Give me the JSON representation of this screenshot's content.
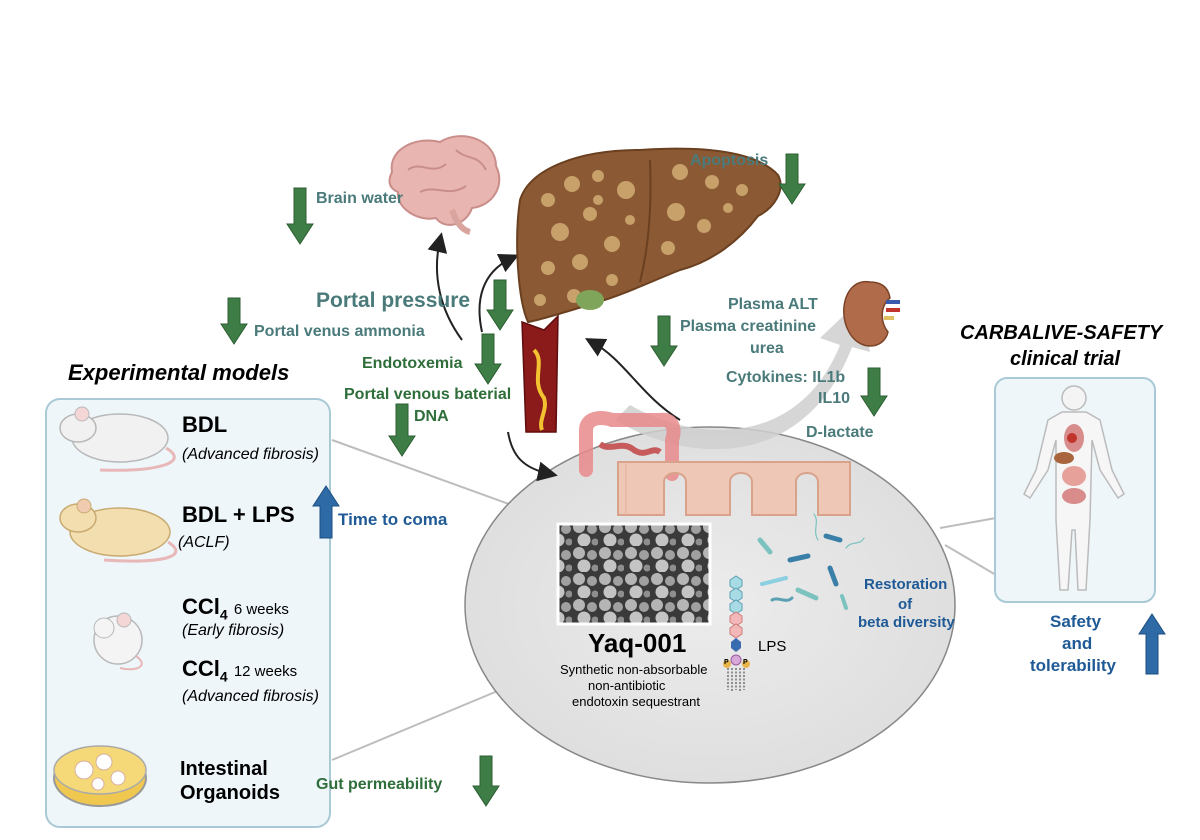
{
  "panel": {
    "title": "Experimental models",
    "models": [
      {
        "name": "BDL",
        "note": "(Advanced fibrosis)"
      },
      {
        "name": "BDL + LPS",
        "note": "(ACLF)"
      },
      {
        "name": "CCl",
        "sub": "4",
        "duration": "6 weeks",
        "note": "(Early fibrosis)"
      },
      {
        "name": "CCl",
        "sub": "4",
        "duration": "12 weeks",
        "note": "(Advanced fibrosis)"
      },
      {
        "name_line1": "Intestinal",
        "name_line2": "Organoids"
      }
    ]
  },
  "effects": {
    "brain_water": "Brain water",
    "portal_pressure": "Portal pressure",
    "portal_ammonia": "Portal venus ammonia",
    "endotoxemia": "Endotoxemia",
    "bacterial_dna_line1": "Portal venous baterial",
    "bacterial_dna_line2": "DNA",
    "apoptosis": "Apoptosis",
    "plasma_alt": "Plasma ALT",
    "plasma_creatinine": "Plasma creatinine",
    "urea": "urea",
    "cytokines": "Cytokines: IL1b",
    "il10": "IL10",
    "d_lactate": "D-lactate",
    "time_to_coma": "Time to coma",
    "gut_permeability": "Gut permeability",
    "restoration_line1": "Restoration",
    "restoration_line2": "of",
    "restoration_line3": "beta diversity"
  },
  "center": {
    "product": "Yaq-001",
    "desc_line1": "Synthetic non-absorbable",
    "desc_line2": "non-antibiotic",
    "desc_line3": "endotoxin sequestrant",
    "lps_label": "LPS",
    "p_label": "P"
  },
  "trial": {
    "title_line1": "CARBALIVE-SAFETY",
    "title_line2": "clinical trial",
    "outcome_line1": "Safety",
    "outcome_line2": "and",
    "outcome_line3": "tolerability"
  },
  "colors": {
    "down_arrow": "#3f7d46",
    "up_arrow": "#2d6aa6",
    "teal_text": "#4a7a7a",
    "panel_fill": "#eef6fa",
    "panel_border": "#a9c9d6",
    "ellipse_fill": "#e6e6e6",
    "liver": "#8b5a34"
  }
}
